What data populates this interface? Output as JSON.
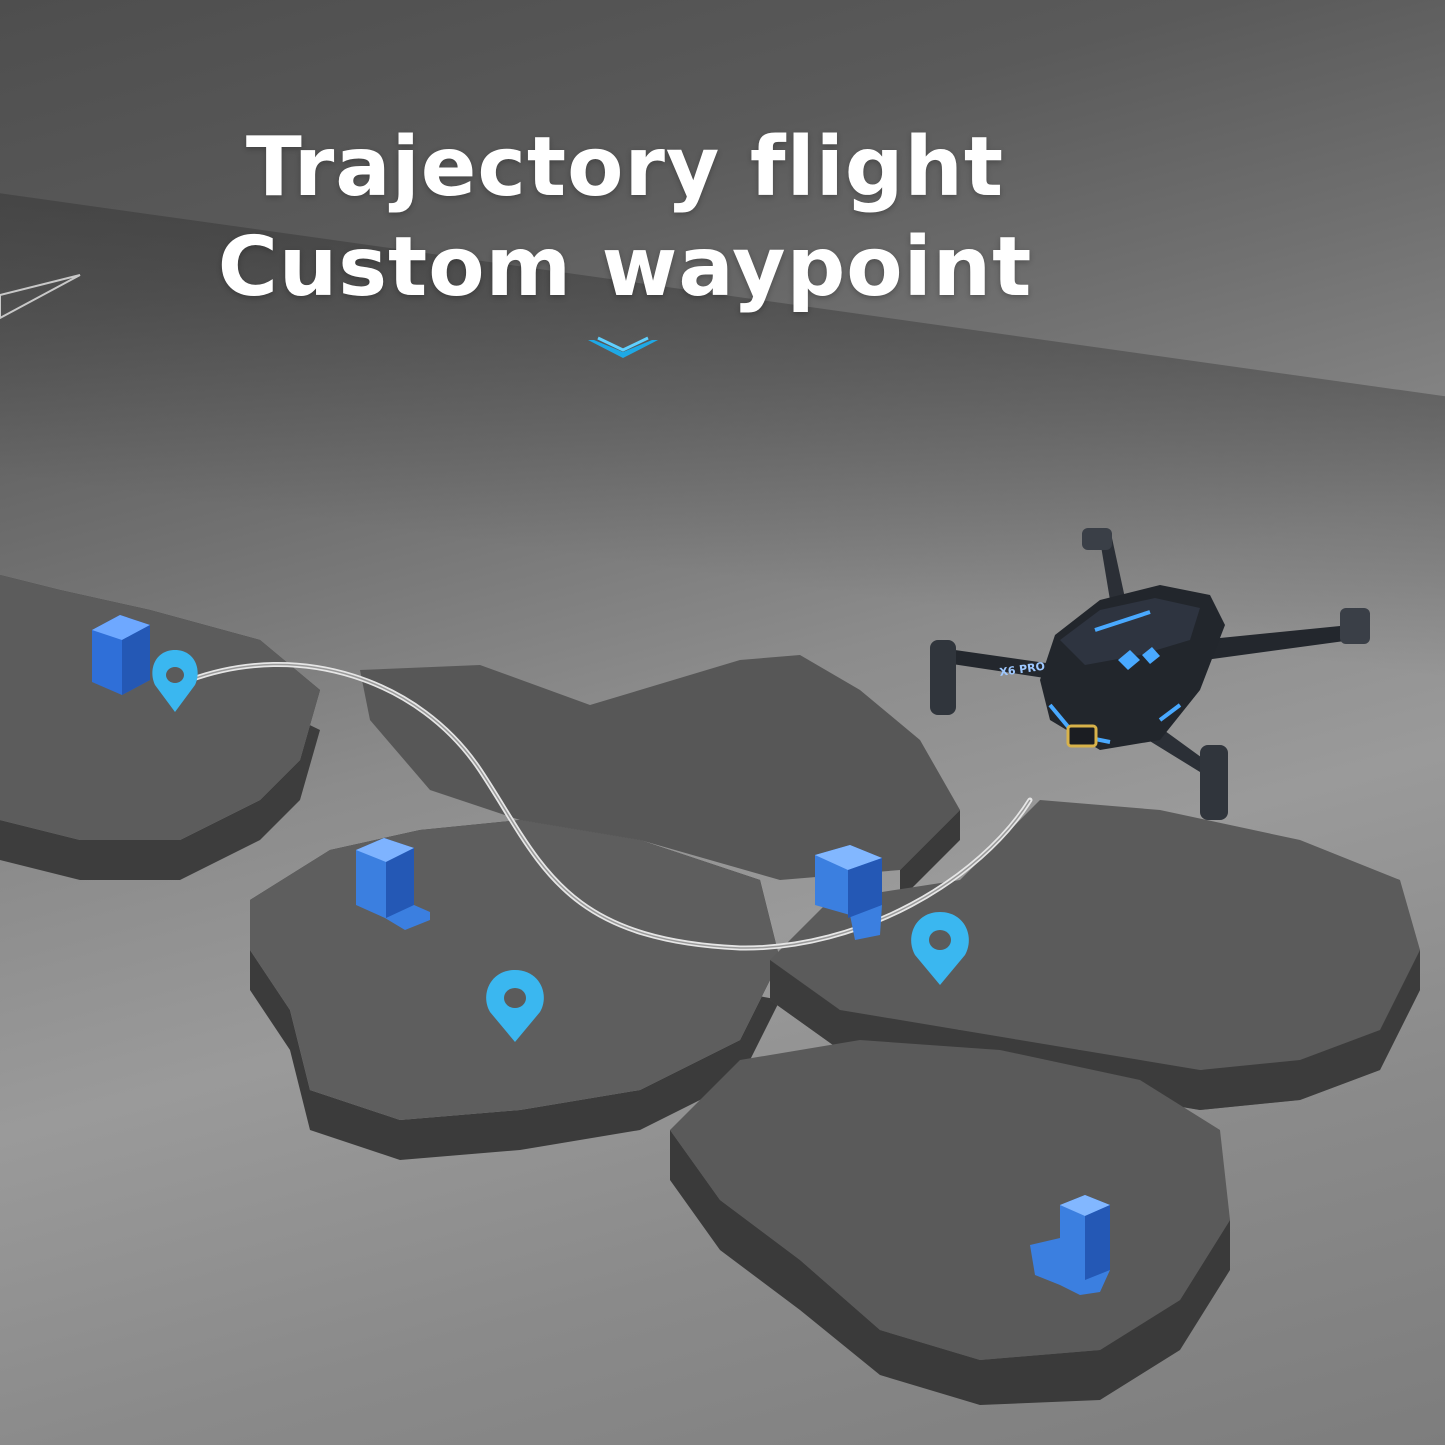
{
  "headline": {
    "line1": "Trajectory flight",
    "line2": "Custom waypoint"
  },
  "drone": {
    "model_label": "X6 PRO"
  },
  "colors": {
    "accent": "#1ea9e6",
    "building_blue": "#3b7fe0",
    "pin_blue": "#3ab7f0",
    "map_tile": "#5a5a5a",
    "map_side": "#3f3f3f"
  },
  "icons": [
    "chevron-down-icon",
    "waypoint-pin-icon",
    "building-icon",
    "drone-icon"
  ]
}
